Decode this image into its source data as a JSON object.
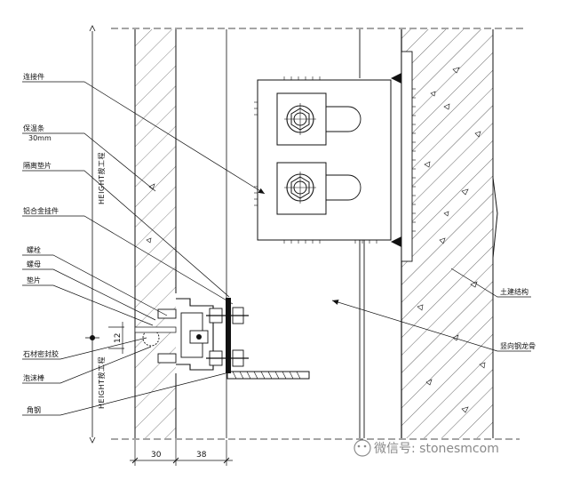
{
  "labels": {
    "connector": "连接件",
    "insulation": "保温条",
    "insulation_thickness": "30mm",
    "moisture_barrier": "隔离垫片",
    "aluminum_pendant": "铝合金挂件",
    "bolt": "螺栓",
    "nut": "螺母",
    "washer": "垫片",
    "stone_sealant": "石材密封胶",
    "foam_rod": "泡沫棒",
    "angle_steel": "角钢",
    "civil_structure": "土建结构",
    "vertical_keel": "竖向钢龙骨"
  },
  "dimensions": {
    "bottom_left": "30",
    "bottom_right": "38",
    "joint_gap": "12"
  },
  "height_label": "HEIGHT按工程",
  "watermark": "微信号: stonesmcom",
  "colors": {
    "line": "#111111",
    "hatch": "#222222",
    "watermark": "#8a8a8a"
  }
}
